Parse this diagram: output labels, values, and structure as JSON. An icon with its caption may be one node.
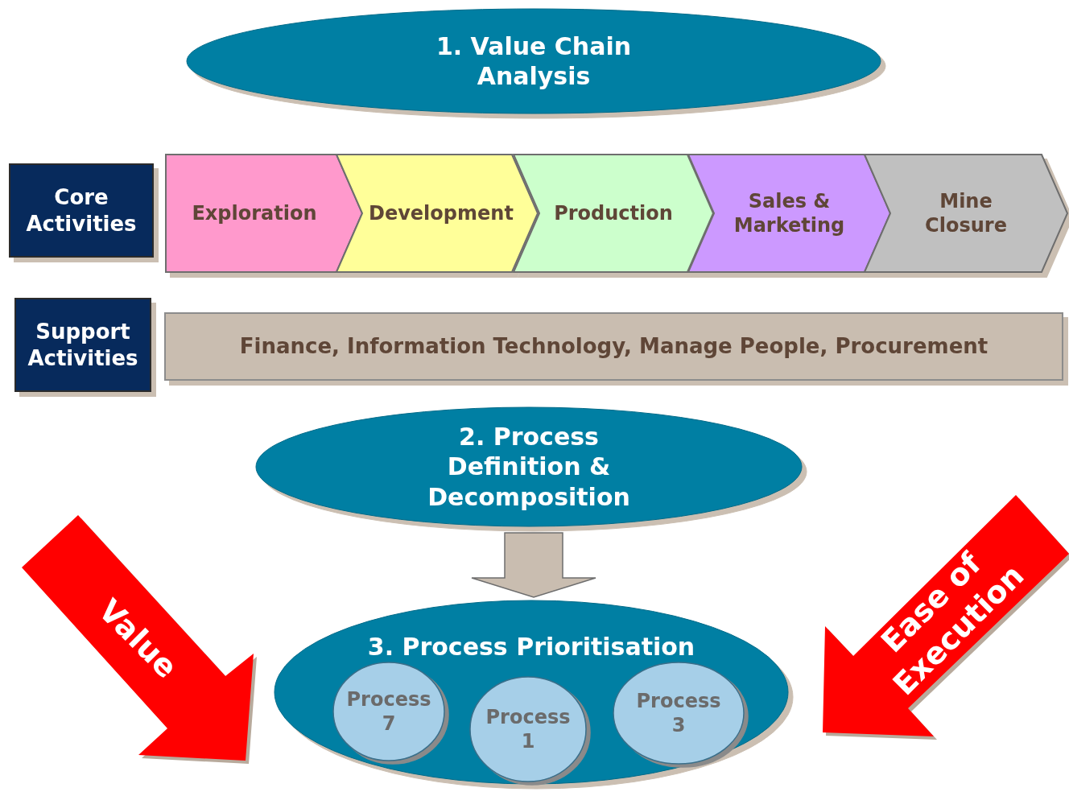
{
  "diagram": {
    "nodes": [
      {
        "text": [
          "1. Value Chain Analysis"
        ]
      },
      {
        "text": [
          "Core Activities"
        ]
      },
      {
        "text": [
          "Exploration"
        ]
      },
      {
        "text": [
          "Development"
        ]
      },
      {
        "text": [
          "Production"
        ]
      },
      {
        "text": [
          "Sales & Marketing"
        ]
      },
      {
        "text": [
          "Mine Closure"
        ]
      },
      {
        "text": [
          "Support Activities"
        ]
      },
      {
        "text": [
          "Finance, Information Technology, Manage People, Procurement"
        ]
      },
      {
        "text": [
          "2. Process Definition & Decomposition"
        ]
      },
      {
        "text": [
          "3. Process Prioritisation"
        ]
      },
      {
        "text": [
          "Process 7"
        ],
        "in": 10
      },
      {
        "text": [
          "Process 1"
        ],
        "in": 10
      },
      {
        "text": [
          "Process 3"
        ],
        "in": 10
      },
      {
        "text": [
          "Value"
        ]
      },
      {
        "text": [
          "Ease of Execution"
        ]
      }
    ],
    "edges": [
      {
        "from": 9,
        "to": 10,
        "arrow": "to"
      }
    ]
  }
}
